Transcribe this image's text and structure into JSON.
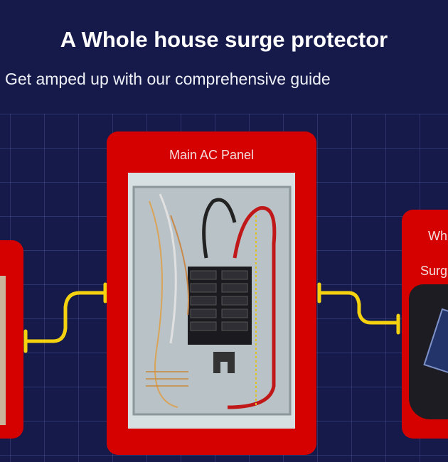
{
  "header": {
    "title": "A Whole house surge protector",
    "subtitle": "Get amped up with our comprehensive guide"
  },
  "cards": {
    "main": {
      "label": "Main AC Panel"
    },
    "right": {
      "label_line1": "Wh",
      "label_line2": "Surg"
    }
  },
  "colors": {
    "background": "#161a4a",
    "card": "#d50000",
    "connector": "#f5d20f"
  }
}
